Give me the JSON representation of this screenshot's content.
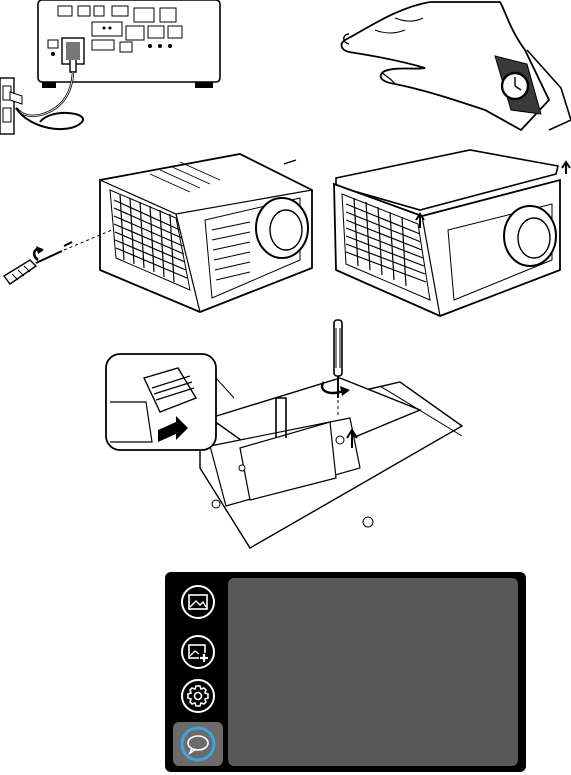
{
  "document": {
    "illustrations": [
      {
        "name": "power-unplug"
      },
      {
        "name": "hand-with-watch"
      },
      {
        "name": "unscrew-top-cover"
      },
      {
        "name": "lift-top-cover"
      },
      {
        "name": "remove-lamp-module"
      },
      {
        "name": "osd-menu"
      }
    ]
  },
  "osd_menu": {
    "selected_index": 3,
    "buttons": [
      {
        "icon": "picture-icon"
      },
      {
        "icon": "picture-add-icon"
      },
      {
        "icon": "gear-icon"
      },
      {
        "icon": "speech-bubble-icon"
      }
    ],
    "colors": {
      "frame": "#000000",
      "screen": "#585858",
      "selected_button": "#6b6b6b",
      "selected_ring": "#3da4e0"
    }
  }
}
